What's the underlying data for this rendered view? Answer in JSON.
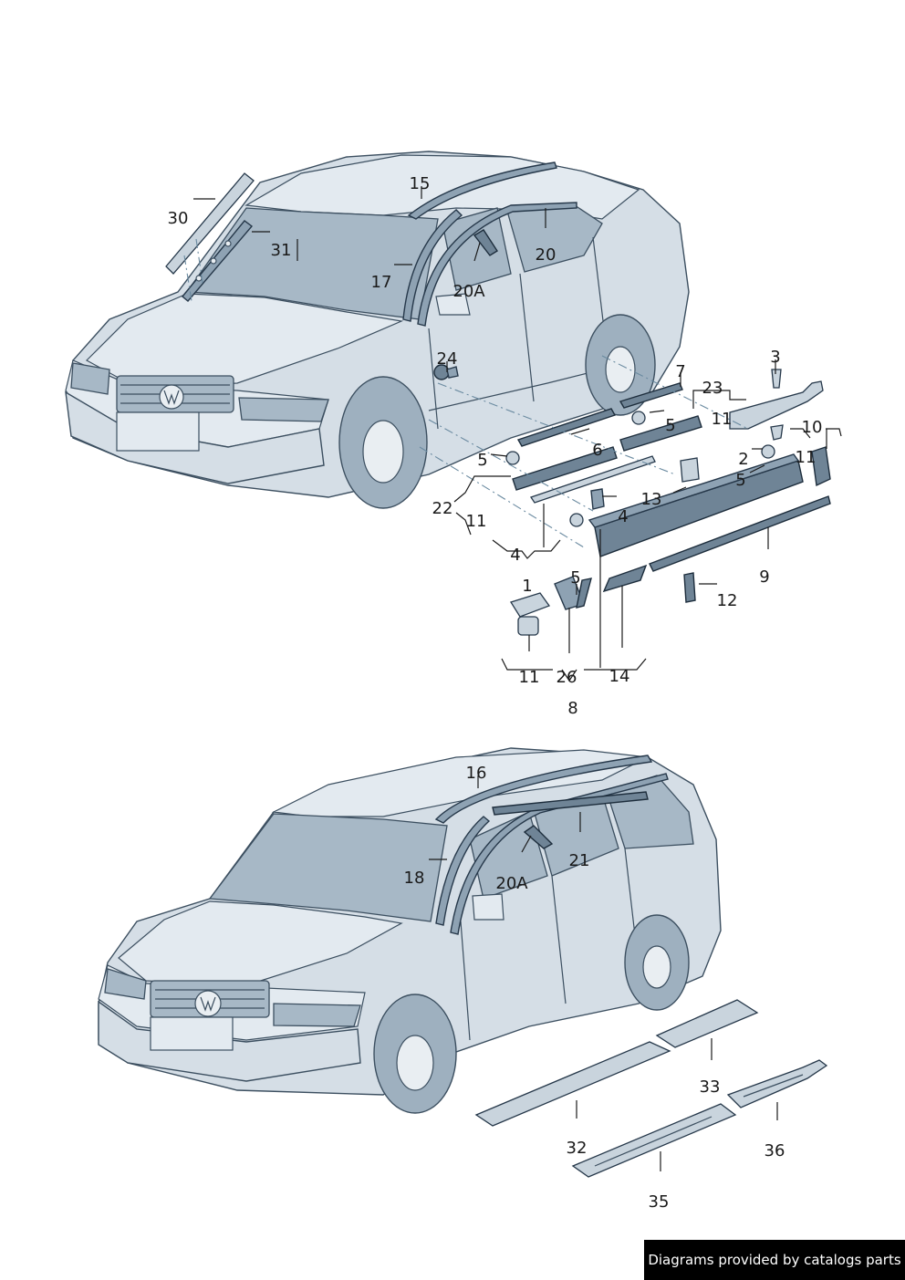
{
  "callouts_sedan": [
    "15",
    "30",
    "31",
    "17",
    "20",
    "20A",
    "24",
    "7",
    "23",
    "3",
    "11",
    "5",
    "6",
    "5",
    "10",
    "11",
    "2",
    "5",
    "22",
    "11",
    "13",
    "4",
    "4",
    "9",
    "1",
    "5",
    "12",
    "11",
    "26",
    "14",
    "8"
  ],
  "callouts_wagon": [
    "16",
    "18",
    "20A",
    "21",
    "33",
    "32",
    "36",
    "35"
  ],
  "footer": {
    "text": "Diagrams provided by catalogs parts"
  }
}
